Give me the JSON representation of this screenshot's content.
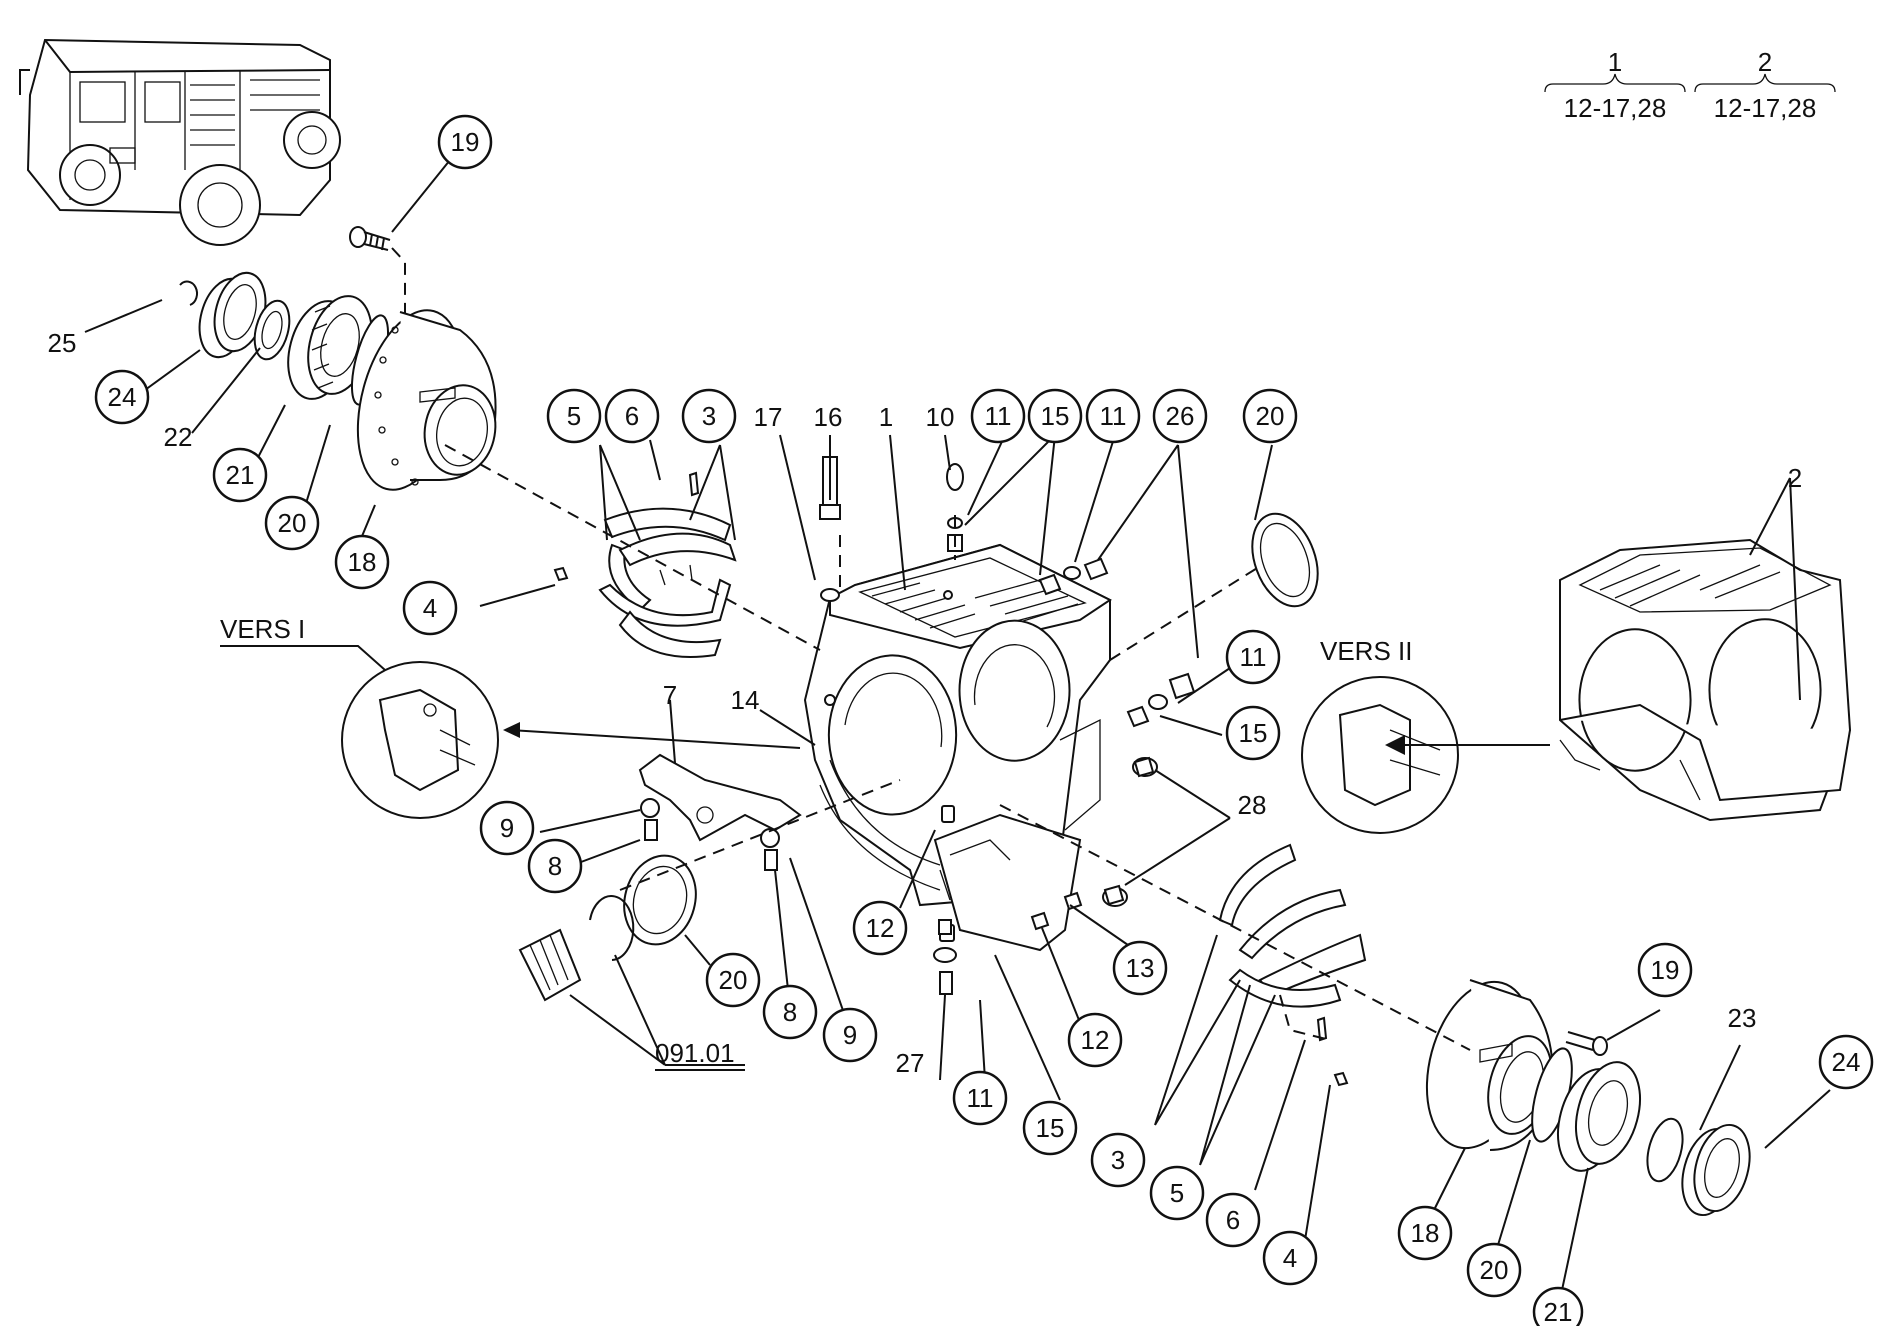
{
  "header": {
    "variant_1": {
      "number": "1",
      "range": "12-17,28"
    },
    "variant_2": {
      "number": "2",
      "range": "12-17,28"
    }
  },
  "version_labels": {
    "vers_1": "VERS I",
    "vers_2": "VERS II"
  },
  "reference_label": "091.01",
  "callouts": {
    "c19_top": "19",
    "c24_left": "24",
    "c21_left": "21",
    "c20_left": "20",
    "c18_left": "18",
    "c5_top": "5",
    "c6_top": "6",
    "c3_top": "3",
    "c4_left": "4",
    "c11_a": "11",
    "c15_a": "15",
    "c11_b": "11",
    "c26": "26",
    "c20_top": "20",
    "c11_c": "11",
    "c15_b": "15",
    "c9_a": "9",
    "c8_a": "8",
    "c12_a": "12",
    "c20_b": "20",
    "c8_b": "8",
    "c9_b": "9",
    "c13": "13",
    "c12_b": "12",
    "c11_d": "11",
    "c15_c": "15",
    "c3_bot": "3",
    "c5_bot": "5",
    "c6_bot": "6",
    "c4_bot": "4",
    "c18_bot": "18",
    "c20_bot": "20",
    "c21_bot": "21",
    "c19_bot": "19",
    "c24_bot": "24"
  },
  "plain_labels": {
    "p25": "25",
    "p22": "22",
    "p17": "17",
    "p16": "16",
    "p1": "1",
    "p10": "10",
    "p2": "2",
    "p14": "14",
    "p7": "7",
    "p28": "28",
    "p27": "27",
    "p23": "23"
  },
  "icons": [
    "vehicle-illustration",
    "gearbox-housing",
    "bearing",
    "hub-flange",
    "seal-ring",
    "thrust-washer",
    "bolt",
    "nut",
    "lock-washer"
  ]
}
